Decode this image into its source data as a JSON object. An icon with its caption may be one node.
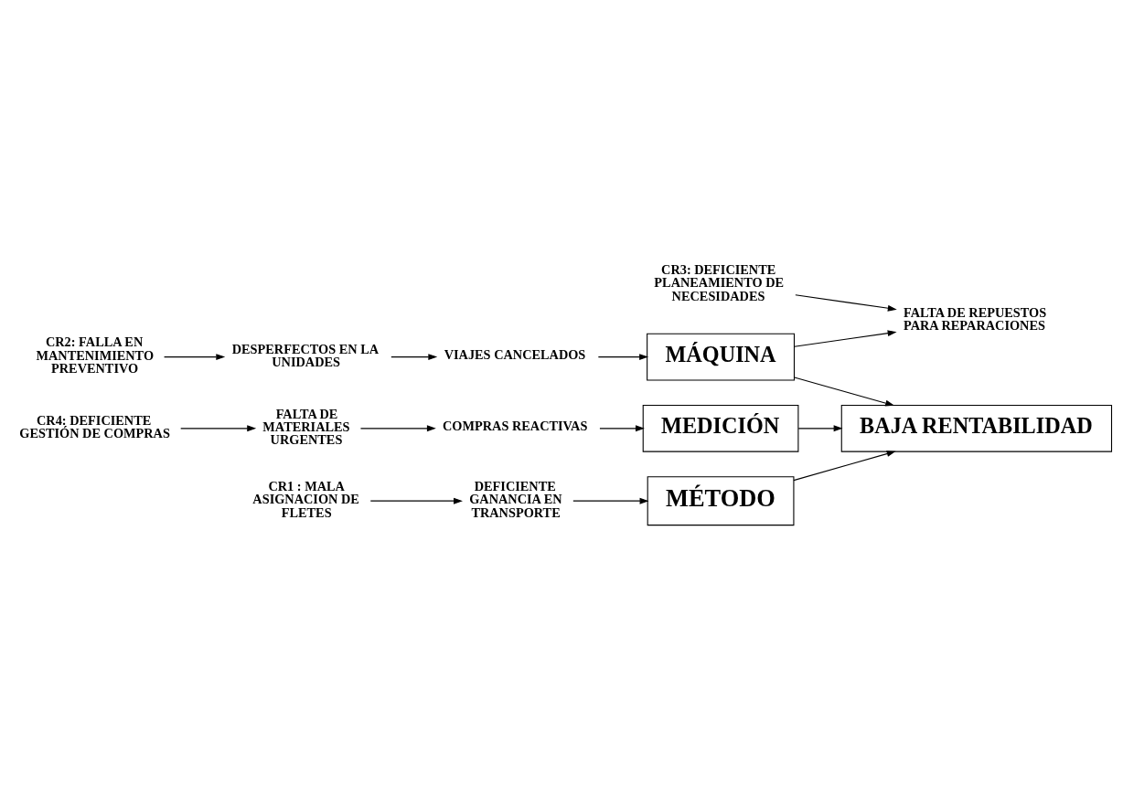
{
  "diagram": {
    "nodes": [
      {
        "text": [
          "MÉTODO"
        ]
      },
      {
        "text": [
          "MÁQUINA"
        ]
      },
      {
        "text": [
          "BAJA RENTABILIDAD"
        ]
      },
      {
        "text": [
          "MEDICIÓN"
        ]
      },
      {
        "text": [
          "DEFICIENTE GANANCIA EN TRANSPORTE"
        ]
      },
      {
        "text": [
          "CR1 : MALA ASIGNACION DE FLETES"
        ]
      },
      {
        "text": [
          "VIAJES CANCELADOS"
        ]
      },
      {
        "text": [
          "CR2: FALLA EN MANTENIMIENTO PREVENTIVO"
        ]
      },
      {
        "text": [
          "DESPERFECTOS EN LA UNIDADES"
        ]
      },
      {
        "text": [
          "FALTA DE REPUESTOS PARA REPARACIONES"
        ]
      },
      {
        "text": [
          "CR3: DEFICIENTE PLANEAMIENTO DE NECESIDADES"
        ]
      },
      {
        "text": [
          "CR4: DEFICIENTE GESTIÓN DE COMPRAS"
        ]
      },
      {
        "text": [
          "FALTA DE MATERIALES URGENTES"
        ]
      },
      {
        "text": [
          "COMPRAS REACTIVAS"
        ]
      }
    ],
    "edges": [
      {
        "from": 0,
        "to": 2,
        "arrow": "to"
      },
      {
        "from": 1,
        "to": 2,
        "arrow": "to"
      },
      {
        "from": 3,
        "to": 2,
        "arrow": "to"
      },
      {
        "from": 4,
        "to": 0,
        "arrow": "to"
      },
      {
        "from": 5,
        "to": 4,
        "arrow": "to"
      },
      {
        "from": 6,
        "to": 1,
        "arrow": "to"
      },
      {
        "from": 7,
        "to": 8,
        "arrow": "to"
      },
      {
        "from": 8,
        "to": 6,
        "arrow": "to"
      },
      {
        "from": 1,
        "to": 9,
        "arrow": "to"
      },
      {
        "from": 10,
        "to": 9,
        "arrow": "to"
      },
      {
        "from": 13,
        "to": 3,
        "arrow": "to"
      },
      {
        "from": 12,
        "to": 13,
        "arrow": "to"
      },
      {
        "from": 11,
        "to": 12,
        "arrow": "to"
      }
    ]
  }
}
